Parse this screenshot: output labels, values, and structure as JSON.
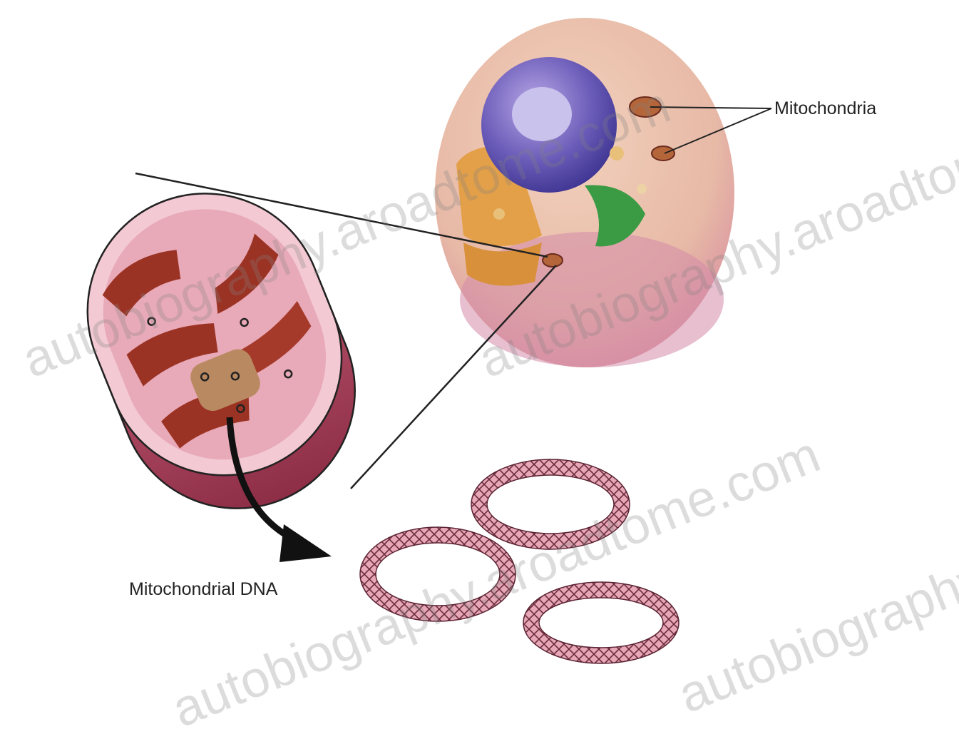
{
  "labels": {
    "mitochondria": "Mitochondria",
    "mitochondrial_dna": "Mitochondrial DNA"
  },
  "watermark": {
    "text_1": "autobiography.aroadtome.com",
    "text_2": "autobiography.aroadtome.com",
    "text_3": "autobiography.aroadtome.com",
    "text_4": "autobiography.aroadtome.com"
  },
  "colors": {
    "membrane_pink": "#e8a9b8",
    "membrane_dark": "#a8455e",
    "cristae": "#9b3324",
    "cytoplasm": "#e8c0a8",
    "nucleus": "#6a5bb8",
    "golgi_green": "#3b9a44",
    "dna_pink": "#d98aa0",
    "outline": "#222222"
  },
  "icons": {
    "arrow": "curved-arrow-icon"
  }
}
